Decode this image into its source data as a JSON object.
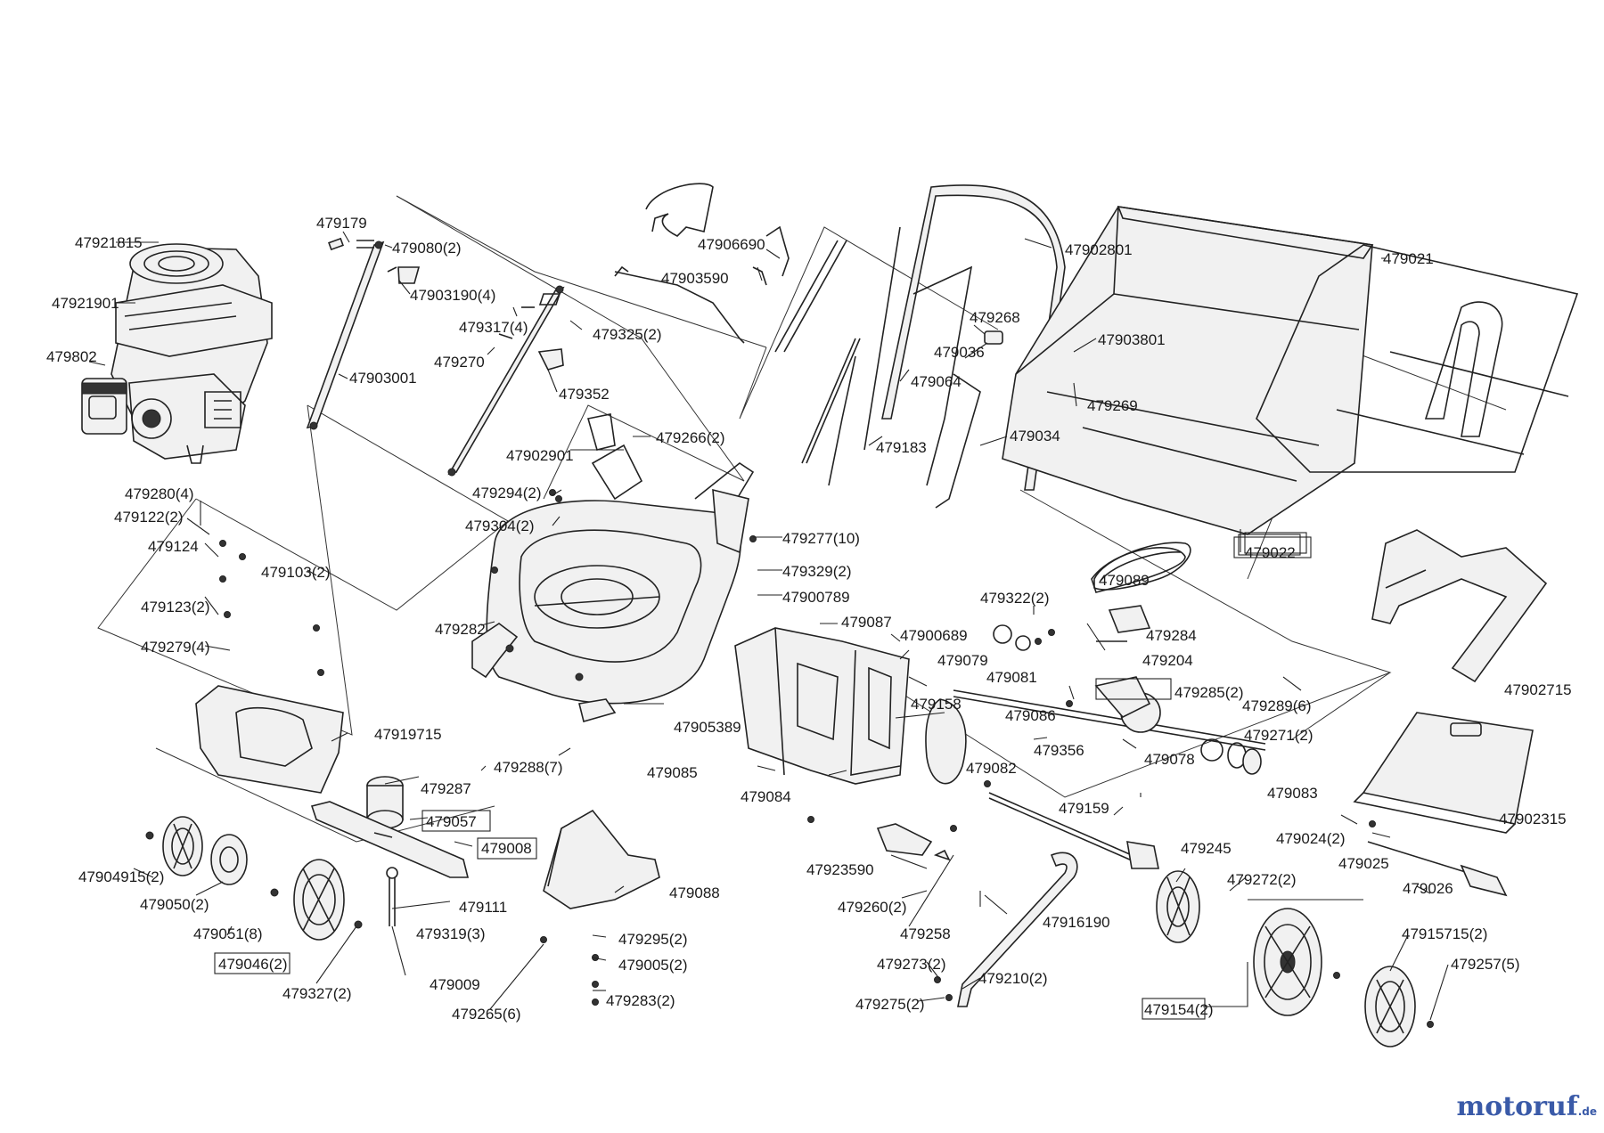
{
  "labels": [
    {
      "id": "47921815",
      "text": "47921815"
    },
    {
      "id": "47921901",
      "text": "47921901"
    },
    {
      "id": "479802",
      "text": "479802"
    },
    {
      "id": "479179",
      "text": "479179"
    },
    {
      "id": "479080",
      "text": "479080(2)"
    },
    {
      "id": "47903190",
      "text": "47903190(4)"
    },
    {
      "id": "479317",
      "text": "479317(4)"
    },
    {
      "id": "479325",
      "text": "479325(2)"
    },
    {
      "id": "47903001",
      "text": "47903001"
    },
    {
      "id": "479270",
      "text": "479270"
    },
    {
      "id": "479352",
      "text": "479352"
    },
    {
      "id": "47906690",
      "text": "47906690"
    },
    {
      "id": "47903590",
      "text": "47903590"
    },
    {
      "id": "47902801",
      "text": "47902801"
    },
    {
      "id": "479021",
      "text": "479021"
    },
    {
      "id": "479268",
      "text": "479268"
    },
    {
      "id": "479036",
      "text": "479036"
    },
    {
      "id": "47903801",
      "text": "47903801"
    },
    {
      "id": "479064",
      "text": "479064"
    },
    {
      "id": "479269",
      "text": "479269"
    },
    {
      "id": "479183",
      "text": "479183"
    },
    {
      "id": "479034",
      "text": "479034"
    },
    {
      "id": "47902901",
      "text": "47902901"
    },
    {
      "id": "479266",
      "text": "479266(2)"
    },
    {
      "id": "479280",
      "text": "479280(4)"
    },
    {
      "id": "479122",
      "text": "479122(2)"
    },
    {
      "id": "479124",
      "text": "479124"
    },
    {
      "id": "479294",
      "text": "479294(2)"
    },
    {
      "id": "479304",
      "text": "479304(2)"
    },
    {
      "id": "479022",
      "text": "479022"
    },
    {
      "id": "479277",
      "text": "479277(10)"
    },
    {
      "id": "479103",
      "text": "479103(2)"
    },
    {
      "id": "479329",
      "text": "479329(2)"
    },
    {
      "id": "479123",
      "text": "479123(2)"
    },
    {
      "id": "47900789",
      "text": "47900789"
    },
    {
      "id": "479322",
      "text": "479322(2)"
    },
    {
      "id": "479089",
      "text": "479089"
    },
    {
      "id": "479087",
      "text": "479087"
    },
    {
      "id": "479279",
      "text": "479279(4)"
    },
    {
      "id": "479282",
      "text": "479282"
    },
    {
      "id": "47900689",
      "text": "47900689"
    },
    {
      "id": "479284",
      "text": "479284"
    },
    {
      "id": "479079",
      "text": "479079"
    },
    {
      "id": "479204",
      "text": "479204"
    },
    {
      "id": "479081",
      "text": "479081"
    },
    {
      "id": "479285",
      "text": "479285(2)"
    },
    {
      "id": "47902715",
      "text": "47902715"
    },
    {
      "id": "479158",
      "text": "479158"
    },
    {
      "id": "479289",
      "text": "479289(6)"
    },
    {
      "id": "479086",
      "text": "479086"
    },
    {
      "id": "47905389",
      "text": "47905389"
    },
    {
      "id": "47919715",
      "text": "47919715"
    },
    {
      "id": "479271",
      "text": "479271(2)"
    },
    {
      "id": "479356",
      "text": "479356"
    },
    {
      "id": "479288",
      "text": "479288(7)"
    },
    {
      "id": "479078",
      "text": "479078"
    },
    {
      "id": "479085",
      "text": "479085"
    },
    {
      "id": "479082",
      "text": "479082"
    },
    {
      "id": "479287",
      "text": "479287"
    },
    {
      "id": "479083",
      "text": "479083"
    },
    {
      "id": "479084",
      "text": "479084"
    },
    {
      "id": "479057",
      "text": "479057"
    },
    {
      "id": "479159",
      "text": "479159"
    },
    {
      "id": "47902315",
      "text": "47902315"
    },
    {
      "id": "479024",
      "text": "479024(2)"
    },
    {
      "id": "479008",
      "text": "479008"
    },
    {
      "id": "479245",
      "text": "479245"
    },
    {
      "id": "479025",
      "text": "479025"
    },
    {
      "id": "47904915",
      "text": "47904915(2)"
    },
    {
      "id": "47923590",
      "text": "47923590"
    },
    {
      "id": "479272",
      "text": "479272(2)"
    },
    {
      "id": "479088",
      "text": "479088"
    },
    {
      "id": "479050",
      "text": "479050(2)"
    },
    {
      "id": "479111",
      "text": "479111"
    },
    {
      "id": "479026",
      "text": "479026"
    },
    {
      "id": "479260",
      "text": "479260(2)"
    },
    {
      "id": "479051",
      "text": "479051(8)"
    },
    {
      "id": "479319",
      "text": "479319(3)"
    },
    {
      "id": "479258",
      "text": "479258"
    },
    {
      "id": "47916190",
      "text": "47916190"
    },
    {
      "id": "479295",
      "text": "479295(2)"
    },
    {
      "id": "47915715",
      "text": "47915715(2)"
    },
    {
      "id": "479046",
      "text": "479046(2)"
    },
    {
      "id": "479005",
      "text": "479005(2)"
    },
    {
      "id": "479273",
      "text": "479273(2)"
    },
    {
      "id": "479257",
      "text": "479257(5)"
    },
    {
      "id": "479327",
      "text": "479327(2)"
    },
    {
      "id": "479009",
      "text": "479009"
    },
    {
      "id": "479210",
      "text": "479210(2)"
    },
    {
      "id": "479283",
      "text": "479283(2)"
    },
    {
      "id": "479265",
      "text": "479265(6)"
    },
    {
      "id": "479275",
      "text": "479275(2)"
    },
    {
      "id": "479154",
      "text": "479154(2)"
    }
  ],
  "watermark": {
    "text_main": "motoruf",
    "text_suffix": ".de"
  },
  "colors": {
    "line": "#222222",
    "background": "#ffffff",
    "logo_blue": "#3a5aa8",
    "logo_orange": "#e08a1e"
  }
}
